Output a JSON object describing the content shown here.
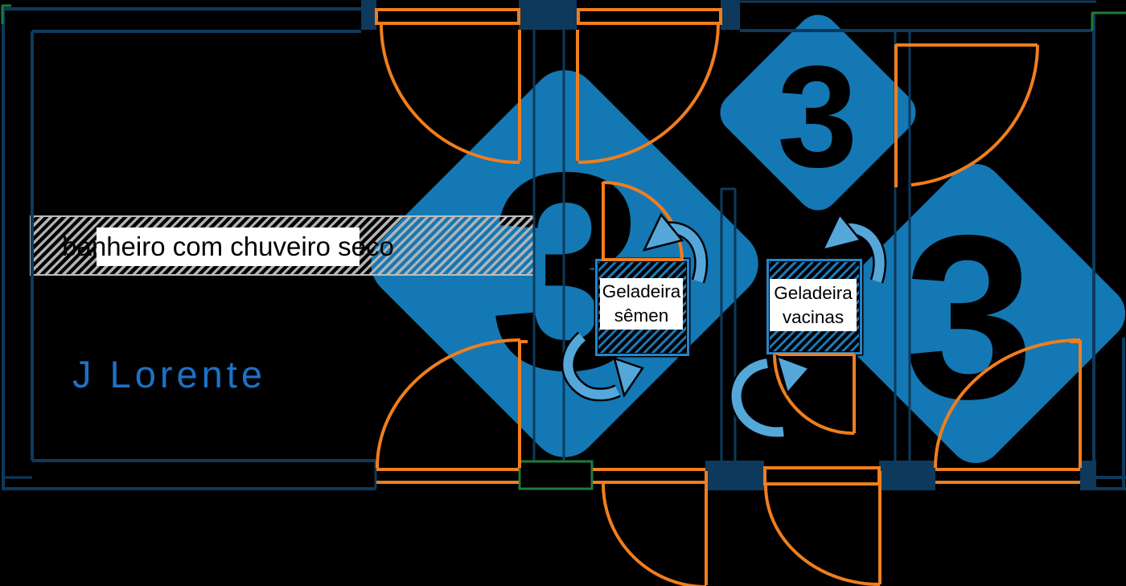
{
  "title": "Floor plan with room numbers and equipment annotations",
  "labels": {
    "banheiro": "banheiro com chuveiro seco",
    "owner": "J Lorente"
  },
  "rooms": [
    {
      "id": "room-1",
      "number": "3"
    },
    {
      "id": "room-2",
      "number": "3"
    },
    {
      "id": "room-3",
      "number": "3"
    }
  ],
  "fridges": [
    {
      "line1": "Geladeira",
      "line2": "sêmen"
    },
    {
      "line1": "Geladeira",
      "line2": "vacinas"
    }
  ],
  "colors": {
    "background": "#000000",
    "wall": "#0d3a5c",
    "door": "#f07e1e",
    "room_diamond": "#1478b4",
    "room_number": "#000000",
    "arrow": "#55a7da",
    "hatch_gray": "#b3b3b3",
    "green_mark": "#1e7a3c",
    "owner_text": "#1b72c6"
  }
}
